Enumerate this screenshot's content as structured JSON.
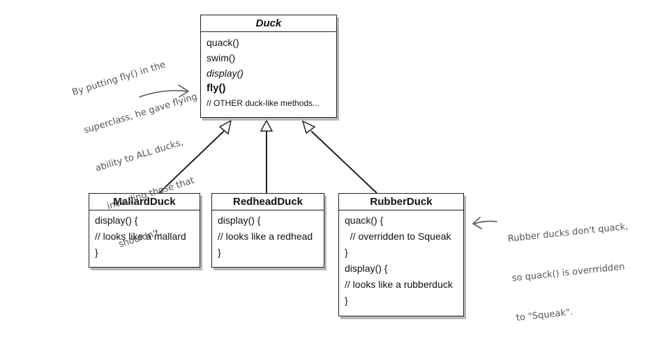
{
  "superclass": {
    "name": "Duck",
    "methods": [
      "quack()",
      "swim()",
      "display()",
      "fly()",
      "// OTHER duck-like methods..."
    ]
  },
  "subclasses": {
    "mallard": {
      "name": "MallardDuck",
      "lines": [
        "display() {",
        "// looks like a mallard",
        "}"
      ]
    },
    "redhead": {
      "name": "RedheadDuck",
      "lines": [
        "display() {",
        "// looks like a redhead",
        "}"
      ]
    },
    "rubber": {
      "name": "RubberDuck",
      "lines": [
        "quack() {",
        "  // overridden to Squeak",
        "}",
        "display() {",
        "// looks like a rubberduck",
        "}"
      ]
    }
  },
  "annotations": {
    "left": [
      "By putting fly() in the",
      "superclass, he gave flying",
      "ability to ALL ducks,",
      "including those that",
      "shouldn't."
    ],
    "right": [
      "Rubber ducks don't quack,",
      "so quack() is overrridden",
      "to \"Squeak\"."
    ]
  },
  "colors": {
    "box_border": "#222222",
    "box_shadow": "#b8b8b8",
    "annotation_text": "#555555"
  }
}
